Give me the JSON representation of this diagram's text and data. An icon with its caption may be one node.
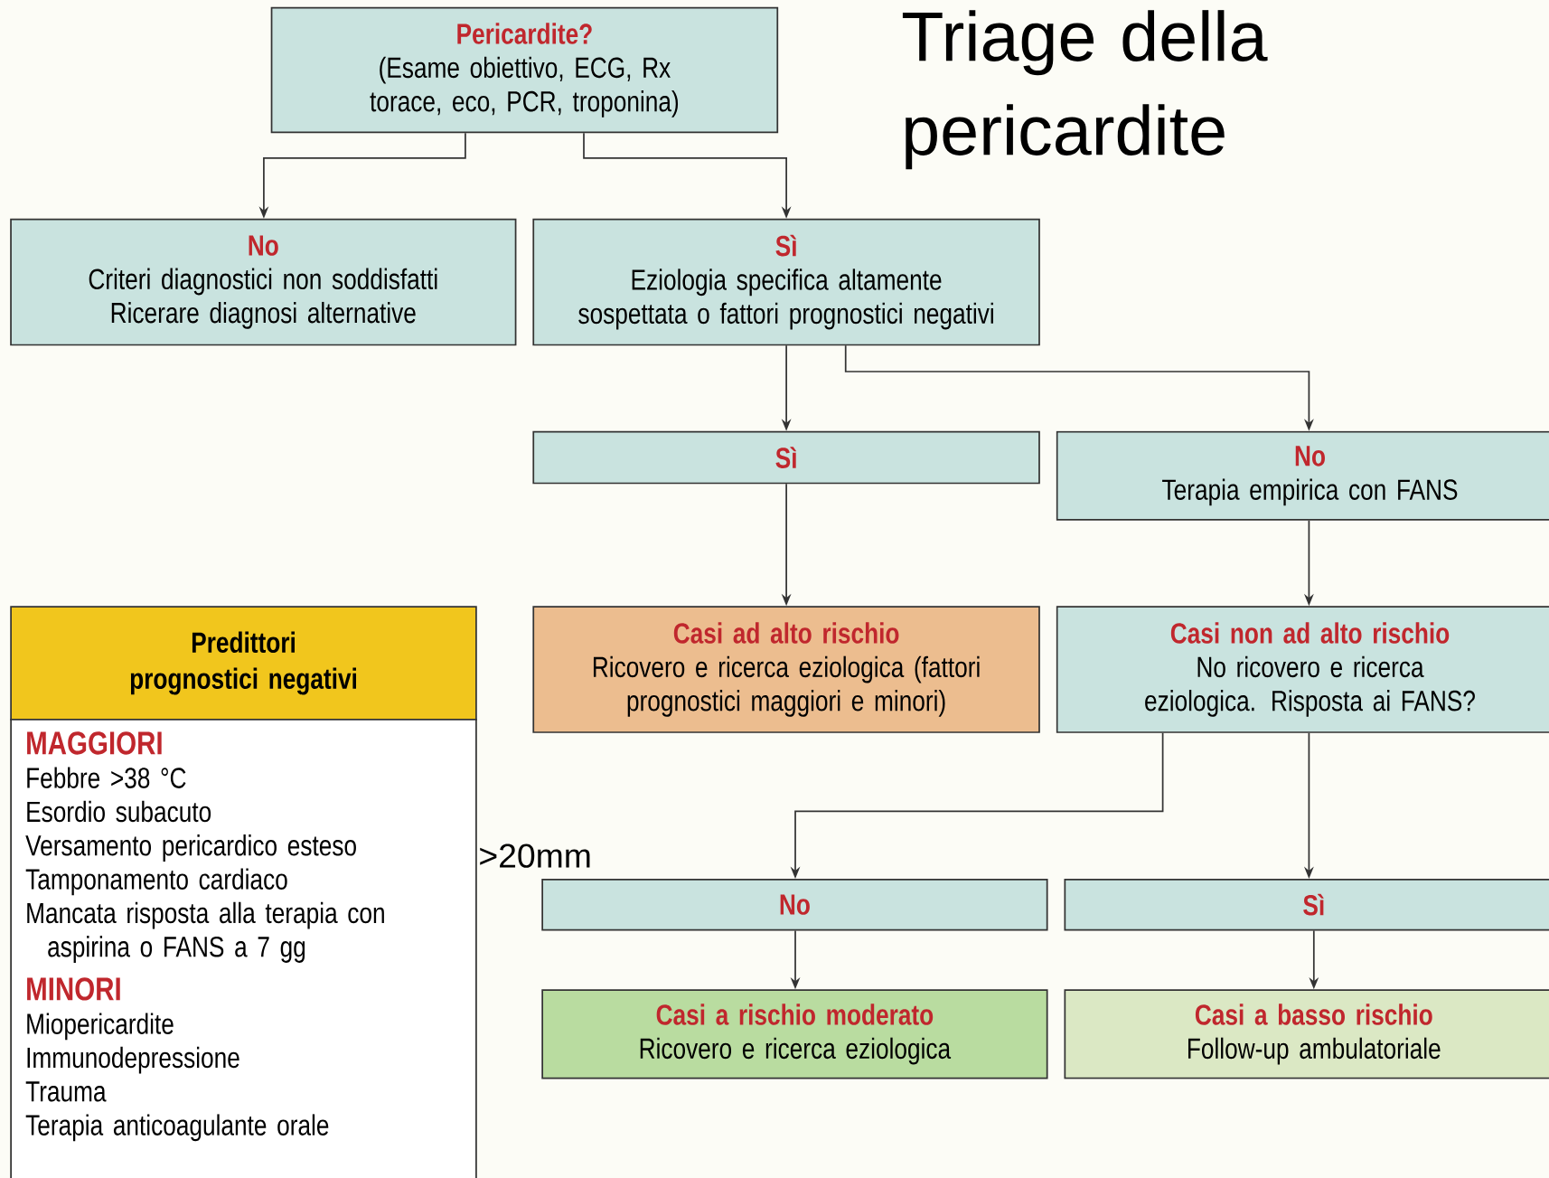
{
  "diagram": {
    "title": "Triage della pericardite",
    "nodes": [
      {
        "text": [
          "Pericardite?",
          "(Esame obiettivo, ECG, Rx torace, eco, PCR, troponina)"
        ]
      },
      {
        "text": [
          "No",
          "Criteri diagnostici non soddisfatti Ricerare diagnosi alternative"
        ]
      },
      {
        "text": [
          "Sì",
          "Eziologia specifica altamente sospettata o fattori prognostici negativi"
        ]
      },
      {
        "text": [
          "Sì"
        ]
      },
      {
        "text": [
          "No",
          "Terapia empirica con FANS"
        ]
      },
      {
        "text": [
          "Casi ad alto rischio",
          "Ricovero e ricerca eziologica (fattori prognostici maggiori e minori)"
        ]
      },
      {
        "text": [
          "Casi non ad alto rischio",
          "No ricovero e ricerca eziologica. Risposta ai FANS?"
        ]
      },
      {
        "text": [
          "Predittori prognostici negativi"
        ]
      },
      {
        "text": [
          "MAGGIORI",
          "Febbre >38 °C",
          "Esordio subacuto",
          "Versamento pericardico esteso",
          "Tamponamento cardiaco",
          "Mancata risposta alla terapia con aspirina o FANS a 7 gg",
          "MINORI",
          "Miopericardite",
          "Immunodepressione",
          "Trauma",
          "Terapia anticoagulante orale"
        ]
      },
      {
        "text": [
          "No"
        ]
      },
      {
        "text": [
          "Sì"
        ]
      },
      {
        "text": [
          "Casi a rischio moderato",
          "Ricovero e ricerca eziologica"
        ]
      },
      {
        "text": [
          "Casi a basso rischio",
          "Follow-up ambulatoriale"
        ]
      }
    ],
    "edges": [
      {
        "from": 0,
        "to": 1,
        "arrow": "to"
      },
      {
        "from": 0,
        "to": 2,
        "arrow": "to"
      },
      {
        "from": 2,
        "to": 3,
        "arrow": "to"
      },
      {
        "from": 2,
        "to": 4,
        "arrow": "to"
      },
      {
        "from": 3,
        "to": 5,
        "arrow": "to"
      },
      {
        "from": 4,
        "to": 6,
        "arrow": "to"
      },
      {
        "from": 6,
        "to": 9,
        "arrow": "to"
      },
      {
        "from": 6,
        "to": 10,
        "arrow": "to"
      },
      {
        "from": 9,
        "to": 11,
        "arrow": "to"
      },
      {
        "from": 10,
        "to": 12,
        "arrow": "to"
      }
    ],
    "labels": [
      ">20mm"
    ]
  }
}
